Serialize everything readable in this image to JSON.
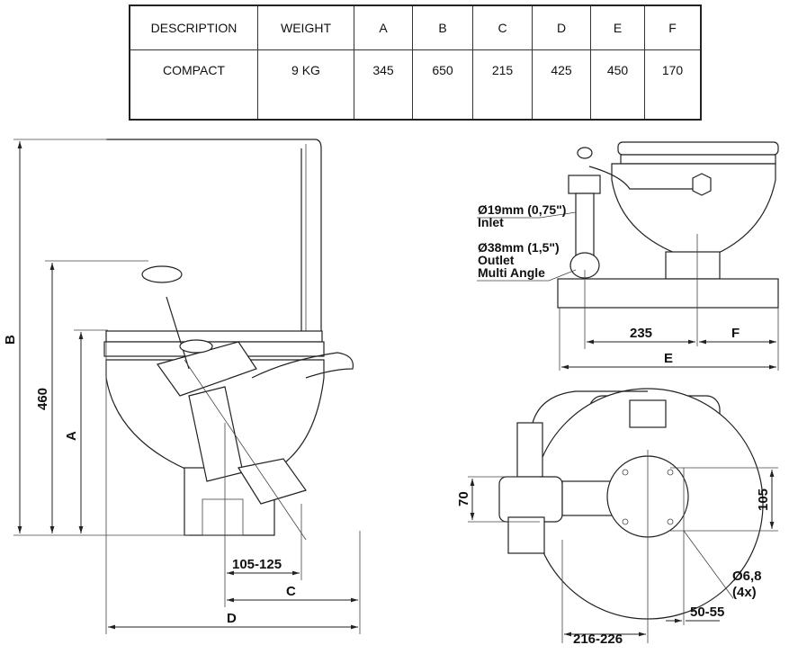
{
  "table": {
    "headers": [
      "DESCRIPTION",
      "WEIGHT",
      "A",
      "B",
      "C",
      "D",
      "E",
      "F"
    ],
    "row": [
      "COMPACT",
      "9 KG",
      "345",
      "650",
      "215",
      "425",
      "450",
      "170"
    ]
  },
  "side_view": {
    "B": "B",
    "h460": "460",
    "A": "A",
    "offset": "105-125",
    "C": "C",
    "D": "D"
  },
  "front_view": {
    "inlet_size": "Ø19mm (0,75\")",
    "inlet_label": "Inlet",
    "outlet_size": "Ø38mm (1,5\")",
    "outlet_label": "Outlet",
    "outlet_note": "Multi Angle",
    "d235": "235",
    "F": "F",
    "E": "E"
  },
  "plan_view": {
    "d70": "70",
    "d105": "105",
    "hole": "Ø6,8",
    "hole_count": "(4x)",
    "d216": "216-226",
    "d50": "50-55"
  }
}
